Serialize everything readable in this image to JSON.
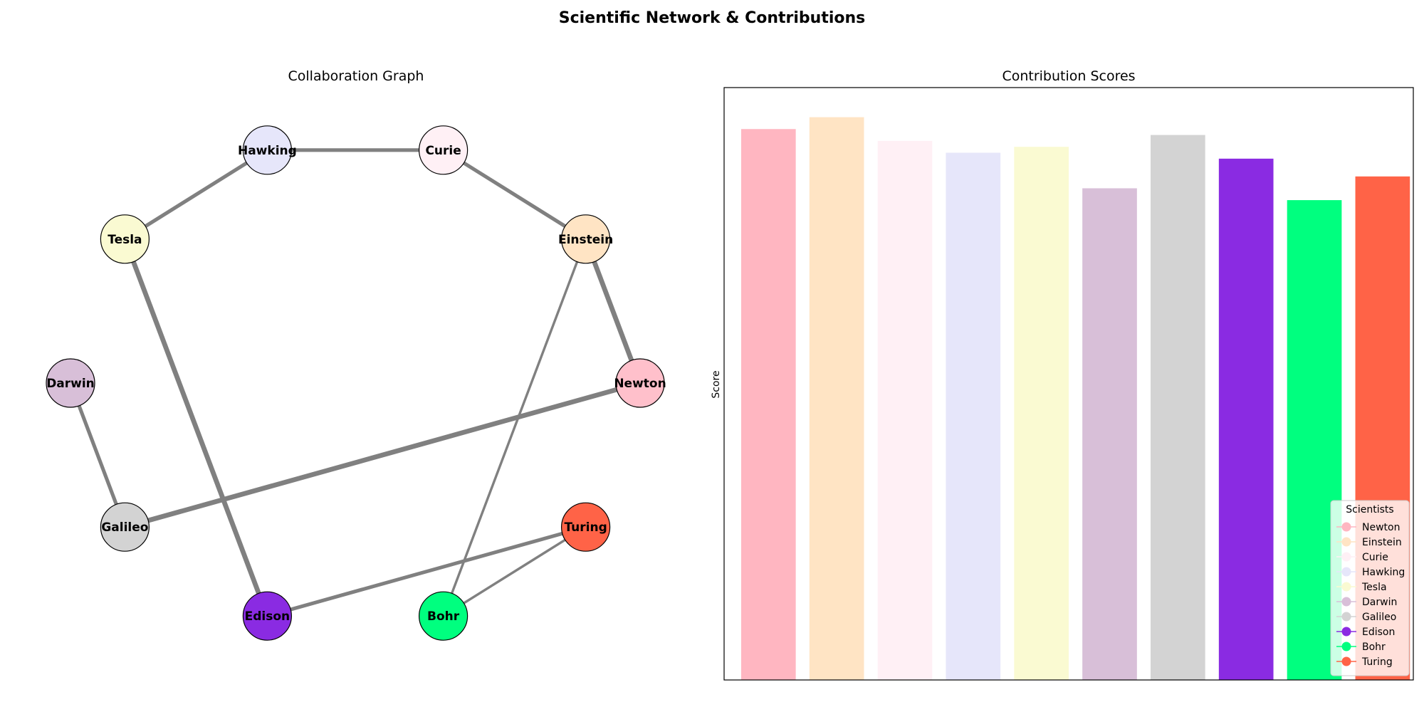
{
  "figure": {
    "title": "Scientific Network & Contributions"
  },
  "chart_data": [
    {
      "type": "network",
      "title": "Collaboration Graph",
      "nodes": [
        {
          "name": "Newton",
          "color": "#ffc0cb"
        },
        {
          "name": "Einstein",
          "color": "#ffe4c4"
        },
        {
          "name": "Curie",
          "color": "#fff0f5"
        },
        {
          "name": "Hawking",
          "color": "#e6e6fa"
        },
        {
          "name": "Tesla",
          "color": "#fafad2"
        },
        {
          "name": "Darwin",
          "color": "#d8bfd8"
        },
        {
          "name": "Galileo",
          "color": "#d3d3d3"
        },
        {
          "name": "Edison",
          "color": "#8a2be2"
        },
        {
          "name": "Bohr",
          "color": "#00ff7f"
        },
        {
          "name": "Turing",
          "color": "#ff6347"
        }
      ],
      "edges": [
        {
          "source": "Hawking",
          "target": "Curie",
          "weight": 3
        },
        {
          "source": "Curie",
          "target": "Einstein",
          "weight": 3
        },
        {
          "source": "Tesla",
          "target": "Hawking",
          "weight": 3
        },
        {
          "source": "Einstein",
          "target": "Newton",
          "weight": 4
        },
        {
          "source": "Einstein",
          "target": "Bohr",
          "weight": 2
        },
        {
          "source": "Tesla",
          "target": "Edison",
          "weight": 4
        },
        {
          "source": "Newton",
          "target": "Galileo",
          "weight": 4
        },
        {
          "source": "Darwin",
          "target": "Galileo",
          "weight": 3
        },
        {
          "source": "Edison",
          "target": "Turing",
          "weight": 3
        },
        {
          "source": "Bohr",
          "target": "Turing",
          "weight": 2
        }
      ]
    },
    {
      "type": "bar",
      "title": "Contribution Scores",
      "xlabel": "",
      "ylabel": "Score",
      "ylim": [
        0,
        100
      ],
      "categories": [
        "Newton",
        "Einstein",
        "Curie",
        "Hawking",
        "Tesla",
        "Darwin",
        "Galileo",
        "Edison",
        "Bohr",
        "Turing"
      ],
      "values": [
        93,
        95,
        91,
        89,
        90,
        83,
        92,
        88,
        81,
        85
      ],
      "colors": [
        "#ffb6c1",
        "#ffe4c4",
        "#fff0f5",
        "#e6e6fa",
        "#fafad2",
        "#d8bfd8",
        "#d3d3d3",
        "#8a2be2",
        "#00ff7f",
        "#ff6347"
      ],
      "grid": false,
      "legend": {
        "title": "Scientists",
        "placement": "lower-right",
        "entries": [
          "Newton",
          "Einstein",
          "Curie",
          "Hawking",
          "Tesla",
          "Darwin",
          "Galileo",
          "Edison",
          "Bohr",
          "Turing"
        ]
      }
    }
  ]
}
